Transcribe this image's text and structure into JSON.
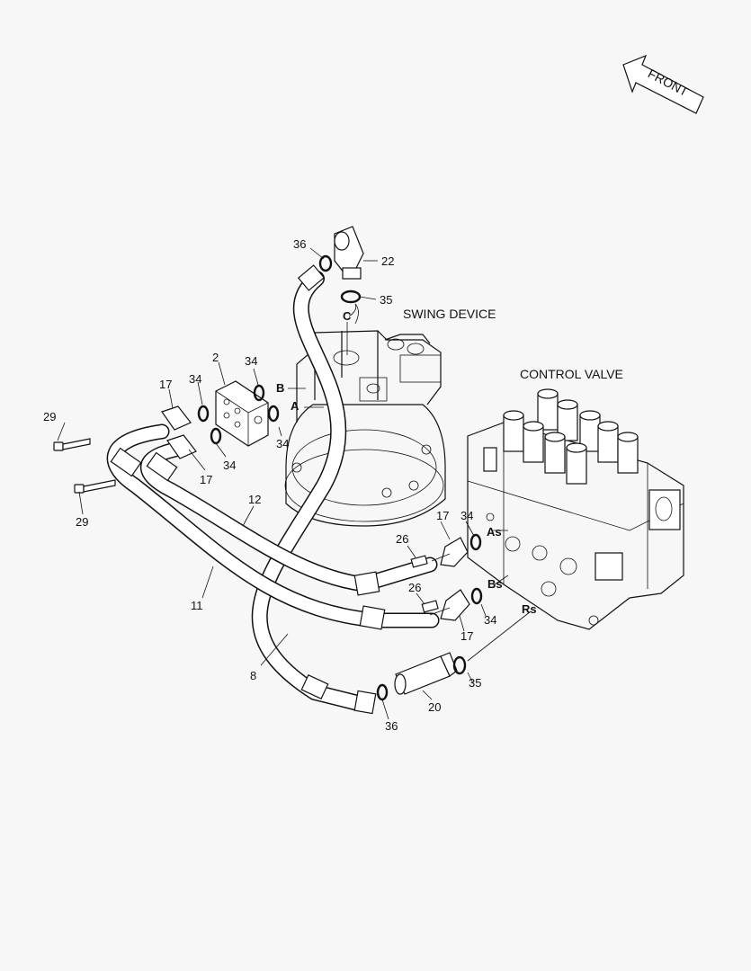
{
  "labels": {
    "front": "FRONT",
    "swing_device": "SWING DEVICE",
    "control_valve": "CONTROL VALVE"
  },
  "ports": {
    "a": "A",
    "b": "B",
    "c": "C",
    "as": "As",
    "bs": "Bs",
    "rs": "Rs"
  },
  "callouts": [
    {
      "id": "c36a",
      "text": "36"
    },
    {
      "id": "c22",
      "text": "22"
    },
    {
      "id": "c35a",
      "text": "35"
    },
    {
      "id": "c2",
      "text": "2"
    },
    {
      "id": "c34a",
      "text": "34"
    },
    {
      "id": "c34b",
      "text": "34"
    },
    {
      "id": "c17a",
      "text": "17"
    },
    {
      "id": "c29a",
      "text": "29"
    },
    {
      "id": "c34c",
      "text": "34"
    },
    {
      "id": "c34d",
      "text": "34"
    },
    {
      "id": "c17b",
      "text": "17"
    },
    {
      "id": "c29b",
      "text": "29"
    },
    {
      "id": "c12",
      "text": "12"
    },
    {
      "id": "c17c",
      "text": "17"
    },
    {
      "id": "c34e",
      "text": "34"
    },
    {
      "id": "c26a",
      "text": "26"
    },
    {
      "id": "c26b",
      "text": "26"
    },
    {
      "id": "c34f",
      "text": "34"
    },
    {
      "id": "c11",
      "text": "11"
    },
    {
      "id": "c17d",
      "text": "17"
    },
    {
      "id": "c8",
      "text": "8"
    },
    {
      "id": "c35b",
      "text": "35"
    },
    {
      "id": "c20",
      "text": "20"
    },
    {
      "id": "c36b",
      "text": "36"
    }
  ]
}
